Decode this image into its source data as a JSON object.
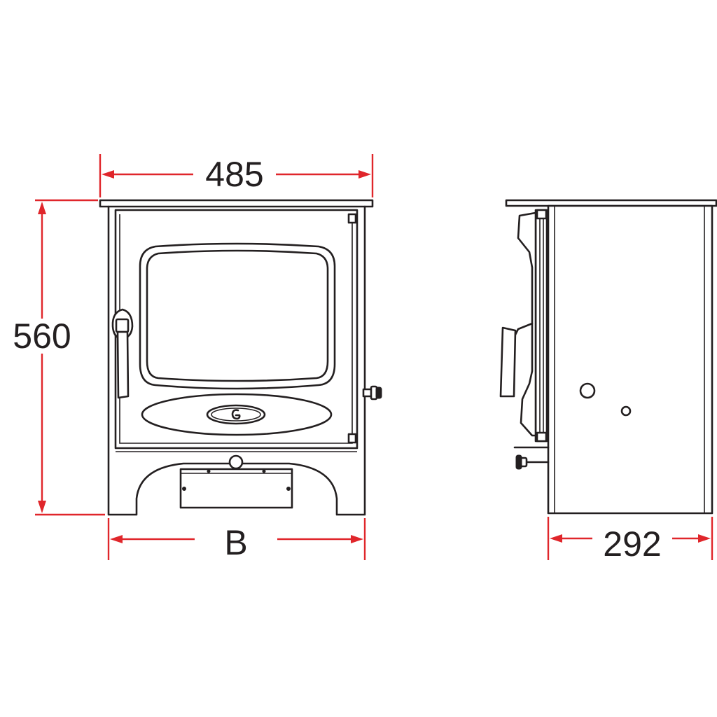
{
  "dimensions": {
    "front_width": "485",
    "front_height": "560",
    "front_base": "B",
    "side_depth": "292"
  },
  "colors": {
    "dimension_line": "#e0262b",
    "outline": "#231f20",
    "background": "#ffffff"
  }
}
